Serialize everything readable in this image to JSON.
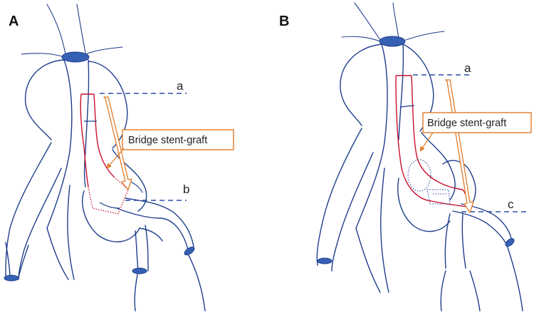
{
  "panels": [
    {
      "letter": "A",
      "callout": "Bridge stent-graft",
      "lines": [
        "a",
        "b"
      ]
    },
    {
      "letter": "B",
      "callout": "Bridge stent-graft",
      "lines": [
        "a",
        "c"
      ]
    }
  ],
  "colors": {
    "vessel": "#1f3f8c",
    "stent_graft": "#c8102e",
    "callout": "#e07a28",
    "reference_line": "#2b4fa8"
  }
}
